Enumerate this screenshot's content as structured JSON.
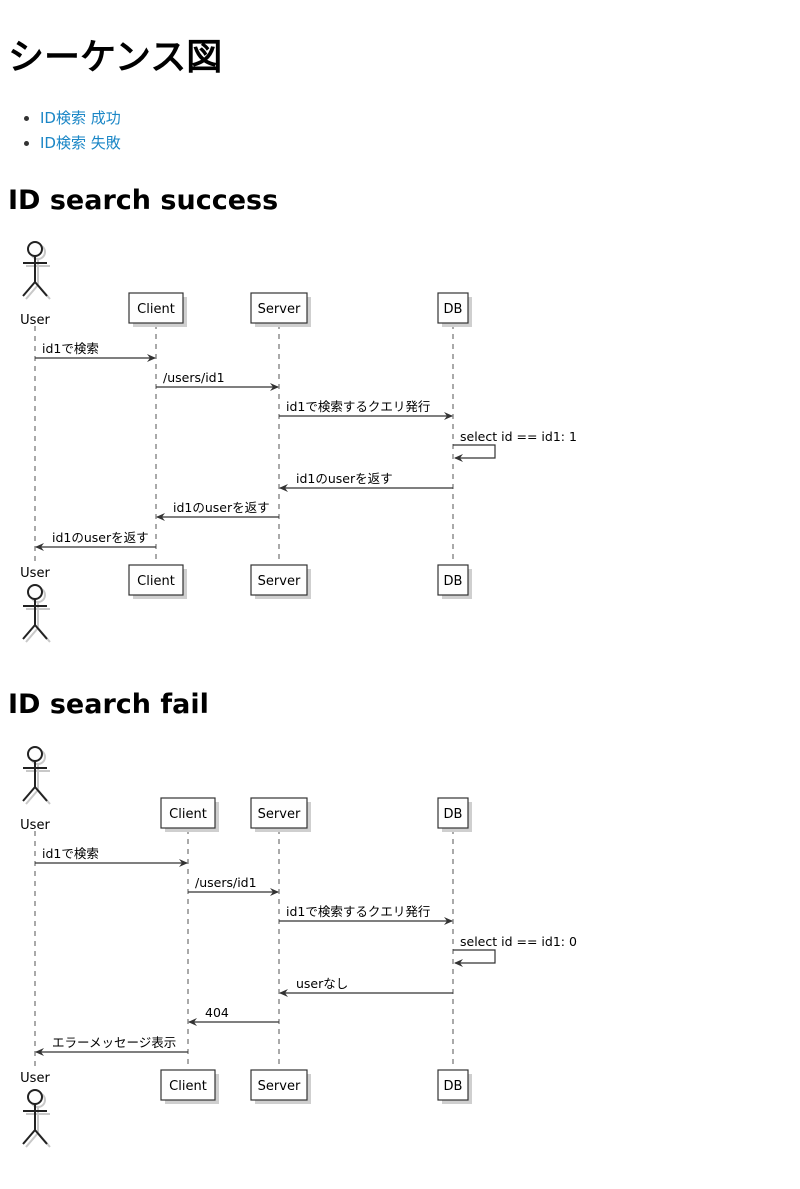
{
  "page": {
    "title": "シーケンス図",
    "toc": [
      {
        "label": "ID検索 成功"
      },
      {
        "label": "ID検索 失敗"
      }
    ]
  },
  "diagrams": [
    {
      "id": "success",
      "heading": "ID search success",
      "participants": [
        "User",
        "Client",
        "Server",
        "DB"
      ],
      "messages": [
        {
          "from": 0,
          "to": 1,
          "label": "id1で検索"
        },
        {
          "from": 1,
          "to": 2,
          "label": "/users/id1"
        },
        {
          "from": 2,
          "to": 3,
          "label": "id1で検索するクエリ発行"
        },
        {
          "from": 3,
          "to": 3,
          "label": "select id == id1: 1"
        },
        {
          "from": 3,
          "to": 2,
          "label": "id1のuserを返す"
        },
        {
          "from": 2,
          "to": 1,
          "label": "id1のuserを返す"
        },
        {
          "from": 1,
          "to": 0,
          "label": "id1のuserを返す"
        }
      ]
    },
    {
      "id": "fail",
      "heading": "ID search fail",
      "participants": [
        "User",
        "Client",
        "Server",
        "DB"
      ],
      "messages": [
        {
          "from": 0,
          "to": 1,
          "label": "id1で検索"
        },
        {
          "from": 1,
          "to": 2,
          "label": "/users/id1"
        },
        {
          "from": 2,
          "to": 3,
          "label": "id1で検索するクエリ発行"
        },
        {
          "from": 3,
          "to": 3,
          "label": "select id == id1: 0"
        },
        {
          "from": 3,
          "to": 2,
          "label": "userなし"
        },
        {
          "from": 2,
          "to": 1,
          "label": "404"
        },
        {
          "from": 1,
          "to": 0,
          "label": "エラーメッセージ表示"
        }
      ]
    }
  ]
}
